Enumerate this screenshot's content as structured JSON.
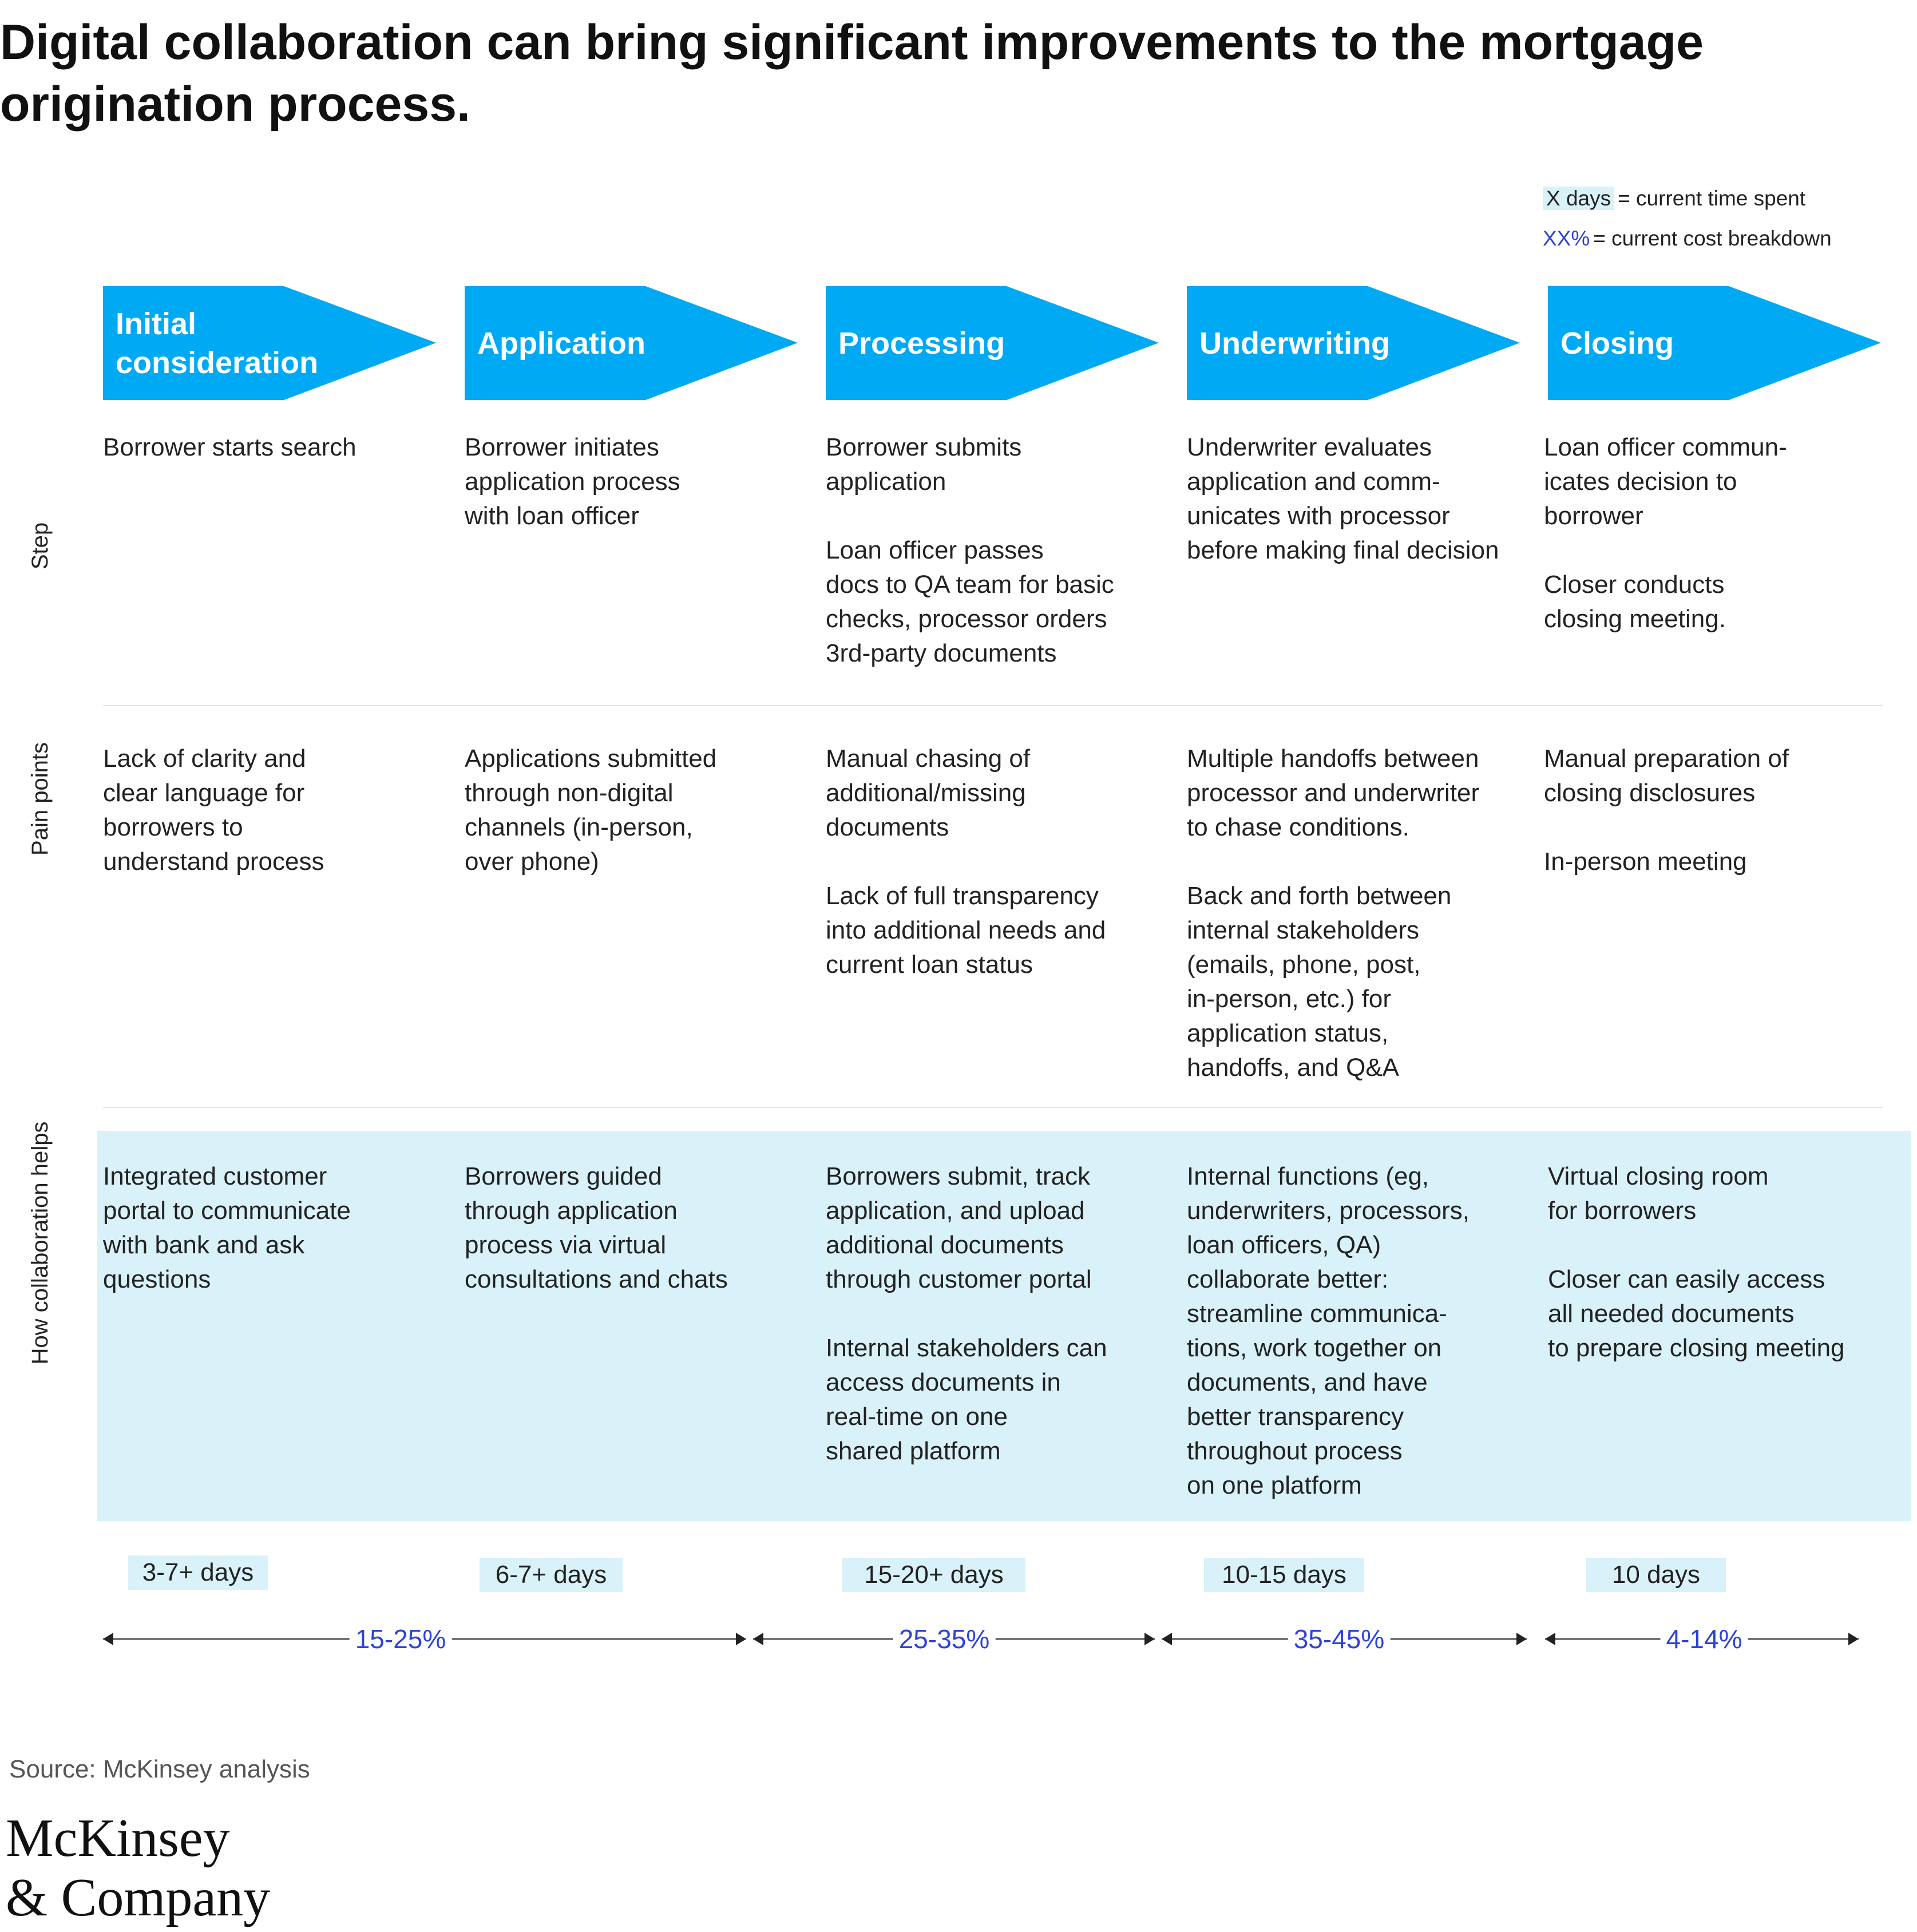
{
  "title": "Digital collaboration can bring significant improvements to the mortgage\norigination process.",
  "legend": {
    "time_swatch": "X days",
    "time_text": "= current time spent",
    "cost_swatch": "XX%",
    "cost_text": "= current cost breakdown"
  },
  "row_labels": {
    "step": "Step",
    "pain": "Pain points",
    "collab": "How collaboration helps"
  },
  "phases": [
    {
      "name": "Initial\nconsideration",
      "step": "Borrower starts search",
      "pain": "Lack of clarity and\nclear language for\nborrowers to\nunderstand process",
      "collab": "Integrated customer\nportal to communicate\nwith bank and ask\nquestions",
      "days": "3-7+ days"
    },
    {
      "name": "Application",
      "step": "Borrower initiates\napplication process\nwith loan officer",
      "pain": "Applications submitted\nthrough non-digital\nchannels (in-person,\nover phone)",
      "collab": "Borrowers guided\nthrough application\nprocess via virtual\nconsultations and chats",
      "days": "6-7+ days"
    },
    {
      "name": "Processing",
      "step": "Borrower submits\napplication\n\nLoan officer passes\ndocs to QA team for basic\nchecks, processor orders\n3rd-party documents",
      "pain": "Manual chasing of\nadditional/missing\ndocuments\n\nLack of full transparency\ninto additional needs and\ncurrent loan status",
      "collab": "Borrowers submit, track\napplication, and upload\nadditional  documents\nthrough customer portal\n\nInternal stakeholders can\naccess documents in\nreal-time on one\nshared platform",
      "days": "15-20+ days"
    },
    {
      "name": "Underwriting",
      "step": "Underwriter evaluates\napplication and comm-\nunicates with processor\nbefore making final decision",
      "pain": "Multiple handoffs between\nprocessor and underwriter\nto chase conditions.\n\nBack and forth between\ninternal stakeholders\n(emails, phone, post,\nin-person, etc.) for\napplication status,\nhandoffs, and Q&A",
      "collab": "Internal functions (eg,\nunderwriters, processors,\nloan officers, QA)\ncollaborate better:\nstreamline communica-\ntions, work together on\ndocuments, and have\nbetter transparency\nthroughout process\non one platform",
      "days": "10-15 days"
    },
    {
      "name": "Closing",
      "step": "Loan officer commun-\nicates decision to\nborrower\n\nCloser conducts\nclosing meeting.",
      "pain": "Manual preparation of\nclosing disclosures\n\nIn-person meeting",
      "collab": "Virtual closing room\nfor borrowers\n\nCloser can easily access\nall needed documents\nto prepare closing meeting",
      "days": "10 days"
    }
  ],
  "cost_breakdown": [
    "15-25%",
    "25-35%",
    "35-45%",
    "4-14%"
  ],
  "source": "Source: McKinsey analysis",
  "logo": "McKinsey\n& Company",
  "colors": {
    "chevron": "#00A9F4",
    "band": "#D9F1F8",
    "cost_text": "#2D43D8"
  }
}
